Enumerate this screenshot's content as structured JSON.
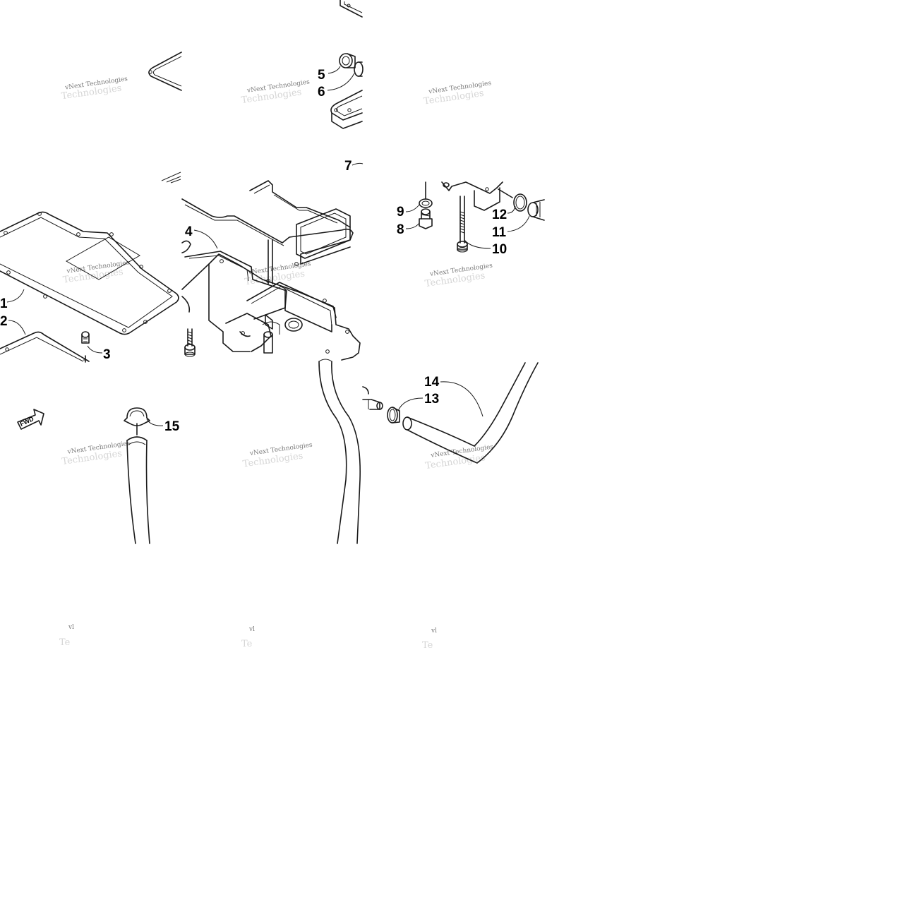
{
  "callouts": [
    {
      "num": "1"
    },
    {
      "num": "2"
    },
    {
      "num": "3"
    },
    {
      "num": "4"
    },
    {
      "num": "5"
    },
    {
      "num": "6"
    },
    {
      "num": "7"
    },
    {
      "num": "8"
    },
    {
      "num": "9"
    },
    {
      "num": "10"
    },
    {
      "num": "11"
    },
    {
      "num": "12"
    },
    {
      "num": "13"
    },
    {
      "num": "14"
    },
    {
      "num": "15"
    }
  ],
  "fwd_label": "FWD",
  "watermark": {
    "line1": "vNext Technologies",
    "line2": "Technologies",
    "fragment1": "vl",
    "fragment2": "Te"
  }
}
